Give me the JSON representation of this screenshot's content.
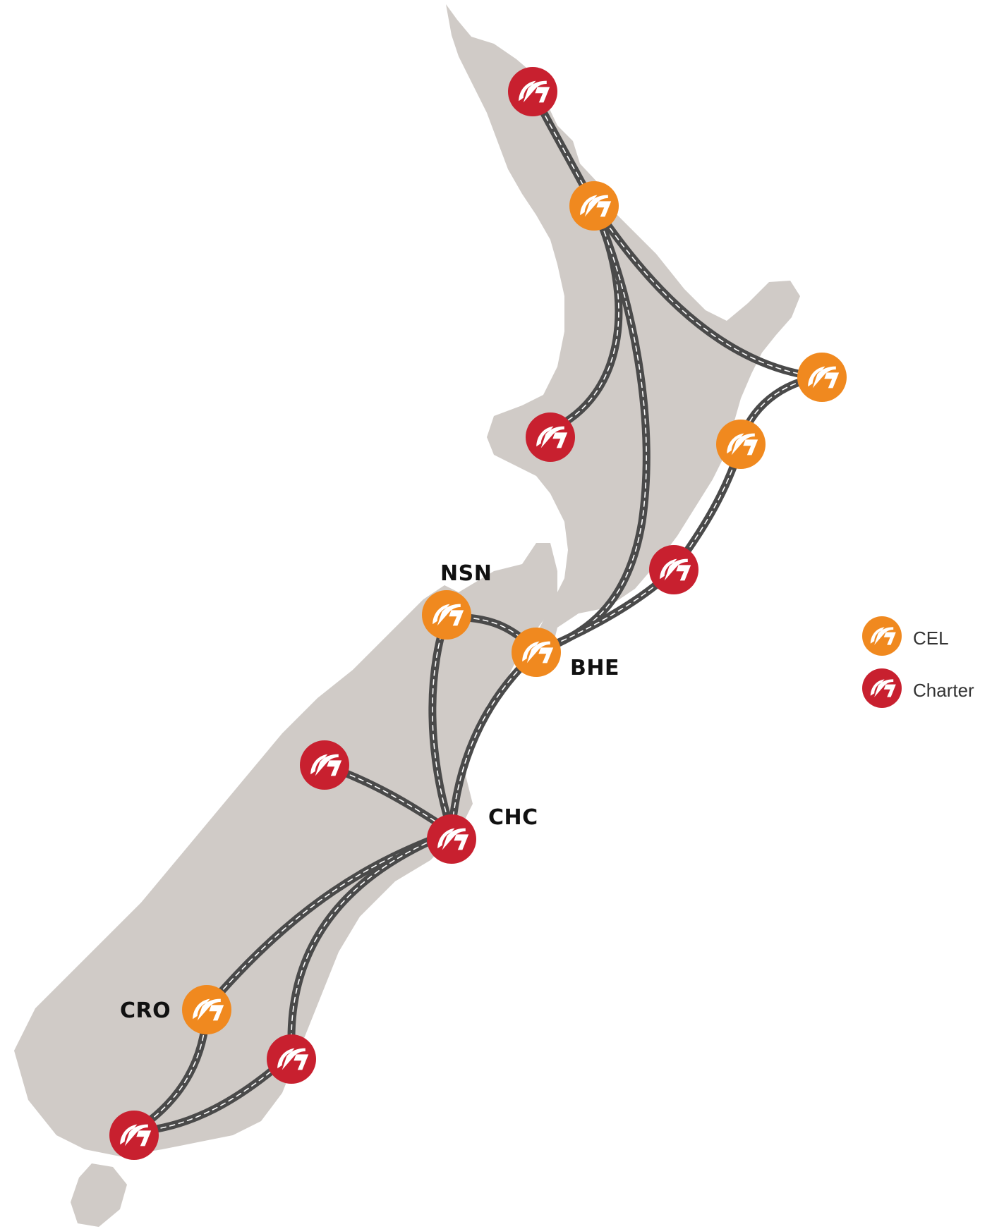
{
  "colors": {
    "land": "#d0cbc7",
    "road": "#4a4a4a",
    "road_dash": "#ffffff",
    "cel": "#f0891f",
    "charter": "#c8202f"
  },
  "map": {
    "labels": {
      "nsn": "NSN",
      "bhe": "BHE",
      "chc": "CHC",
      "cro": "CRO"
    }
  },
  "legend": {
    "cel": {
      "label": "CEL",
      "icon": "cel-marker-icon"
    },
    "charter": {
      "label": "Charter",
      "icon": "charter-marker-icon"
    }
  }
}
